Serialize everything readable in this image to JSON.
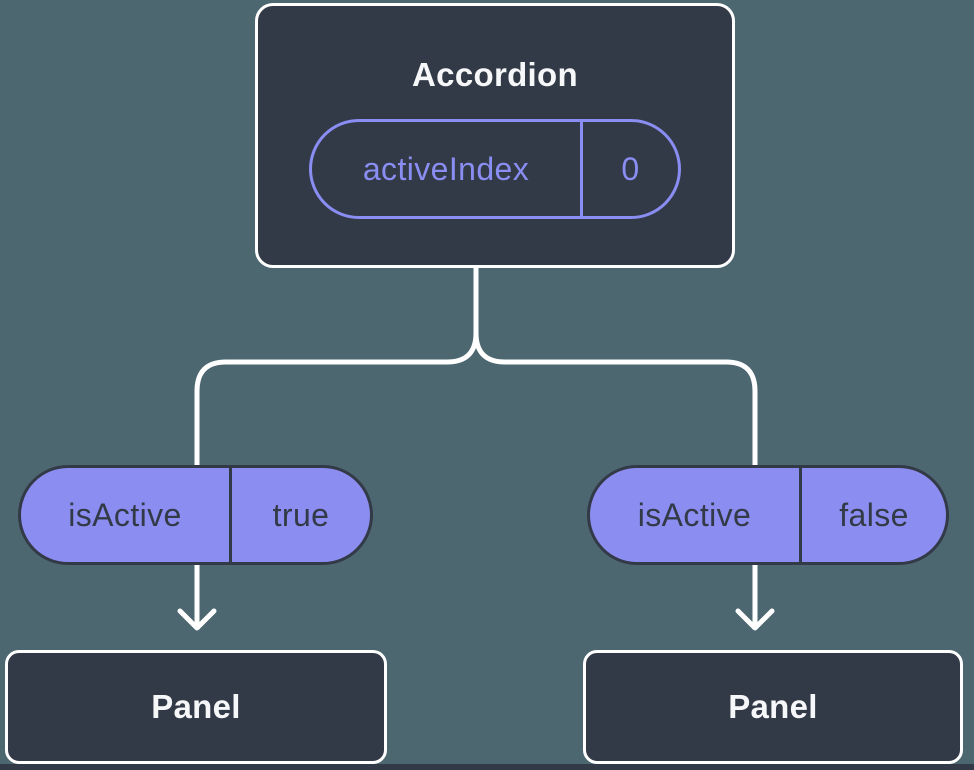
{
  "colors": {
    "bg": "#4d6771",
    "node_fill": "#333a47",
    "node_border": "#ffffff",
    "pill_fill": "#8b8df0",
    "pill_stroke": "#333a47",
    "accent": "#8a8df2",
    "connector": "#ffffff",
    "text_light": "#f6f7f9",
    "text_dark": "#333a47"
  },
  "tree": {
    "root": {
      "title": "Accordion",
      "state": {
        "label": "activeIndex",
        "value": "0"
      }
    },
    "branches": [
      {
        "prop": {
          "label": "isActive",
          "value": "true"
        },
        "node": {
          "title": "Panel"
        }
      },
      {
        "prop": {
          "label": "isActive",
          "value": "false"
        },
        "node": {
          "title": "Panel"
        }
      }
    ]
  }
}
